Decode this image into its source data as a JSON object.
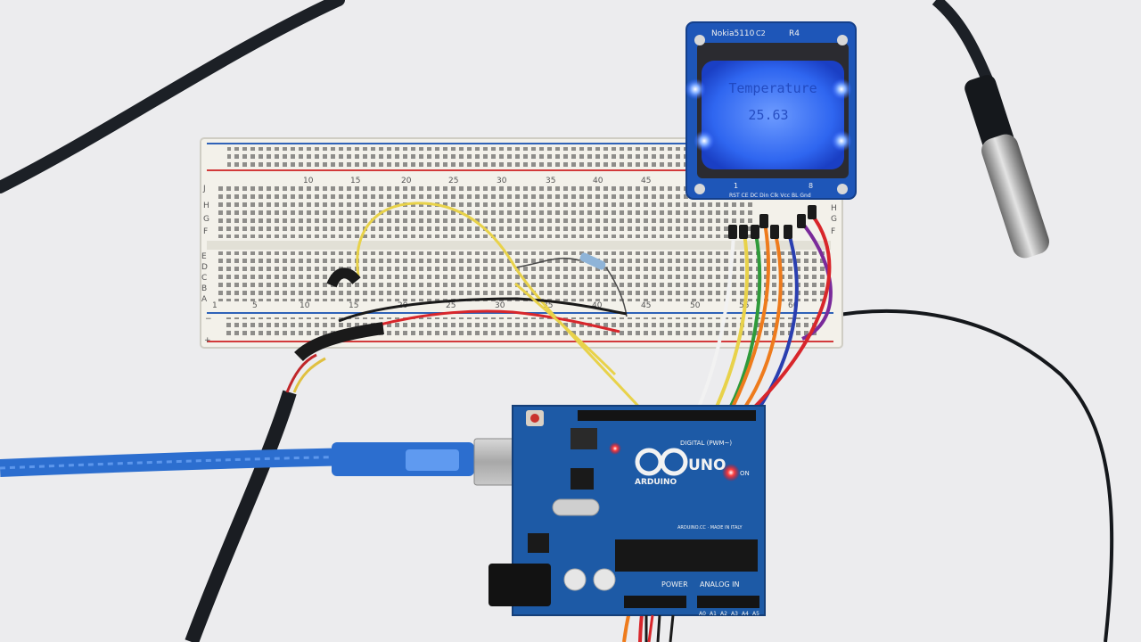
{
  "colors": {
    "background": "#ececee",
    "breadboard": "#f3f1ea",
    "rail_red": "#d23a3a",
    "rail_blue": "#2f62b8",
    "pcb_blue": "#1e56b8",
    "arduino_blue": "#1d5aa6",
    "lcd_glow": "#2a6dff",
    "usb_cable": "#2c6ecf",
    "wire_yellow": "#e8d24a",
    "wire_red": "#d8262b",
    "wire_black": "#1a1a1a",
    "wire_orange": "#ee7b1c",
    "wire_green": "#2f9a3a",
    "wire_white": "#f2f2f2",
    "wire_blue": "#2a3fb0",
    "wire_purple": "#7a2a9a"
  },
  "breadboard": {
    "row_letters_upper": [
      "J",
      "H",
      "G",
      "F"
    ],
    "row_letters_lower": [
      "E",
      "D",
      "C",
      "B",
      "A"
    ],
    "column_numbers_top": [
      "10",
      "15",
      "20",
      "25",
      "30",
      "35",
      "40",
      "45"
    ],
    "column_numbers_bottom": [
      "1",
      "5",
      "10",
      "15",
      "20",
      "25",
      "30",
      "35",
      "40",
      "45",
      "50",
      "55",
      "60"
    ],
    "rail_minus": "−",
    "rail_plus": "+"
  },
  "lcd_module": {
    "model": "Nokia5110",
    "chip_marks": "C2",
    "resistor_mark": "R4",
    "screen_line1": "Temperature",
    "screen_line2": "25.63",
    "pin_labels": "RST CE DC Din Clk Vcc BL Gnd",
    "pin_start": "1",
    "pin_end": "8"
  },
  "arduino": {
    "brand": "ARDUINO",
    "model": "UNO",
    "on_label": "ON",
    "digital_label": "DIGITAL (PWM~)",
    "power_label": "POWER",
    "analog_label": "ANALOG IN",
    "made_in": "ARDUINO.CC · MADE IN ITALY",
    "analog_pins": [
      "A0",
      "A1",
      "A2",
      "A3",
      "A4",
      "A5"
    ]
  }
}
